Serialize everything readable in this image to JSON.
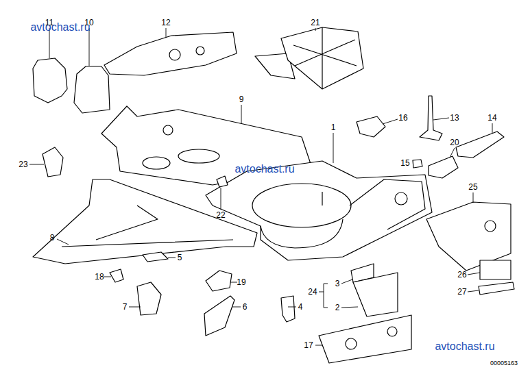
{
  "diagram": {
    "labels": [
      "avtochast.ru",
      "11",
      "10",
      "12",
      "21",
      "9",
      "16",
      "13",
      "14",
      "20",
      "23",
      "avtochast.ru",
      "15",
      "1",
      "25",
      "22",
      "8",
      "5",
      "18",
      "19",
      "26",
      "27",
      "24",
      "3",
      "2",
      "7",
      "6",
      "4",
      "17",
      "avtochast.ru",
      "00005163"
    ]
  }
}
